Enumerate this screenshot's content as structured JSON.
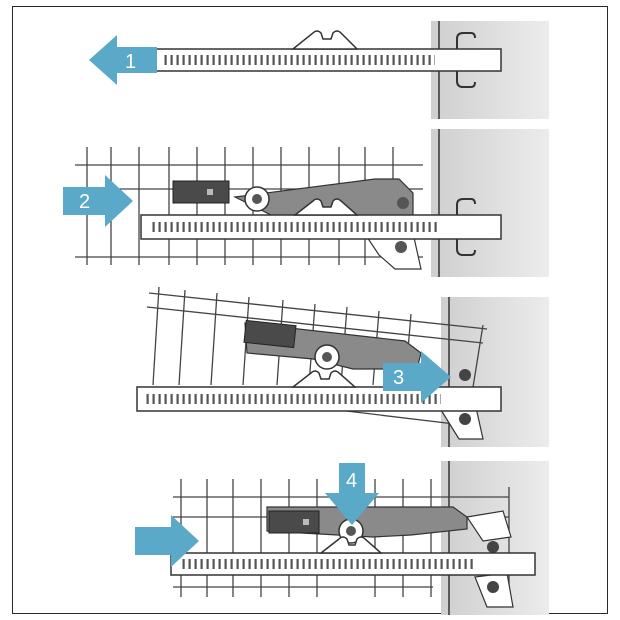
{
  "figure": {
    "steps": [
      {
        "number": "1"
      },
      {
        "number": "2"
      },
      {
        "number": "3"
      },
      {
        "number": "4"
      }
    ],
    "colors": {
      "arrow": "#5aa9c9",
      "wall": "#d9d9d9",
      "line": "#333333",
      "bracket": "#7a7a7a",
      "handle": "#4a4a4a",
      "background": "#ffffff"
    },
    "icons": [
      "arrow-left-icon",
      "arrow-right-icon",
      "arrow-down-icon"
    ]
  }
}
